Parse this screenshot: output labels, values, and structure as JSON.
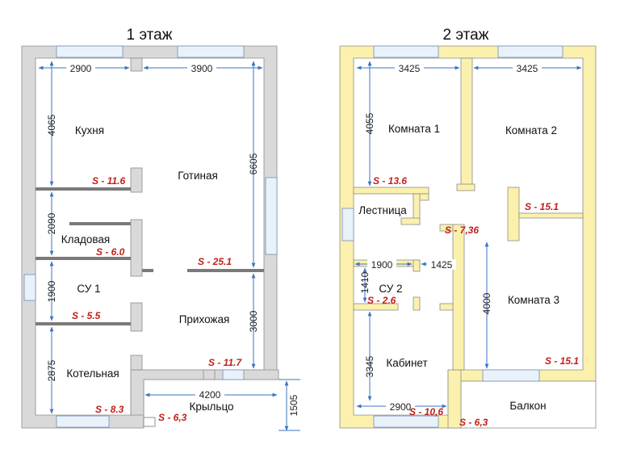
{
  "floor1": {
    "title": "1 этаж",
    "rooms": {
      "kitchen": "Кухня",
      "living": "Готиная",
      "storage": "Кладовая",
      "bath": "СУ 1",
      "hall": "Прихожая",
      "boiler": "Котельная",
      "porch": "Крыльцо"
    },
    "areas": {
      "kitchen": "S - 11.6",
      "storage": "S - 6.0",
      "living": "S - 25.1",
      "bath": "S - 5.5",
      "hall": "S - 11.7",
      "boiler": "S - 8.3",
      "porch": "S - 6,3"
    },
    "dims": {
      "kitchen_w": "2900",
      "living_w": "3900",
      "kitchen_h": "4065",
      "living_h": "6605",
      "storage_h": "2090",
      "bath_h": "1900",
      "hall_h": "3000",
      "boiler_h": "2875",
      "porch_w": "4200",
      "porch_h": "1505"
    }
  },
  "floor2": {
    "title": "2 этаж",
    "rooms": {
      "room1": "Комната 1",
      "room2": "Комната 2",
      "stairs": "Лестница",
      "bath": "СУ 2",
      "room3": "Комната 3",
      "office": "Кабинет",
      "balcony": "Балкон"
    },
    "areas": {
      "room1": "S - 13.6",
      "room2": "S - 15.1",
      "corridor": "S - 7,36",
      "bath": "S - 2.6",
      "room3": "S - 15.1",
      "office": "S - 10,6",
      "balcony": "S - 6,3"
    },
    "dims": {
      "room1_w": "3425",
      "room2_w": "3425",
      "room1_h": "4055",
      "bath_w": "1900",
      "corridor_w": "1425",
      "bath_h": "1410",
      "room3_h": "4000",
      "office_h": "3345",
      "office_w": "2900"
    }
  },
  "colors": {
    "wall_floor1": "#d9d9d9",
    "wall_floor2": "#fbf1ad",
    "dimension": "#3b74c4",
    "area_text": "#c0201a"
  }
}
